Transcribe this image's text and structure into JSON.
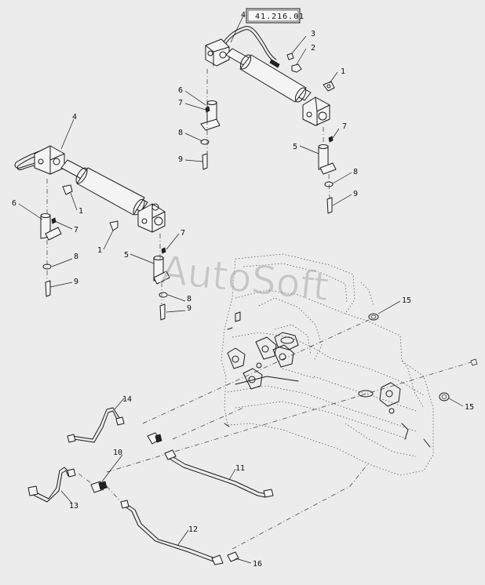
{
  "reference_box": "41.216.01",
  "watermark": "AutoSoft",
  "callouts": {
    "c1a": "1",
    "c1b": "1",
    "c1c": "1",
    "c2": "2",
    "c3": "3",
    "c4a": "4",
    "c4b": "4",
    "c5a": "5",
    "c5b": "5",
    "c6a": "6",
    "c6b": "6",
    "c7a": "7",
    "c7b": "7",
    "c7c": "7",
    "c7d": "7",
    "c8a": "8",
    "c8b": "8",
    "c8c": "8",
    "c8d": "8",
    "c9a": "9",
    "c9b": "9",
    "c9c": "9",
    "c9d": "9",
    "c10": "10",
    "c11": "11",
    "c12": "12",
    "c13": "13",
    "c14": "14",
    "c15a": "15",
    "c15b": "15",
    "c16": "16"
  }
}
